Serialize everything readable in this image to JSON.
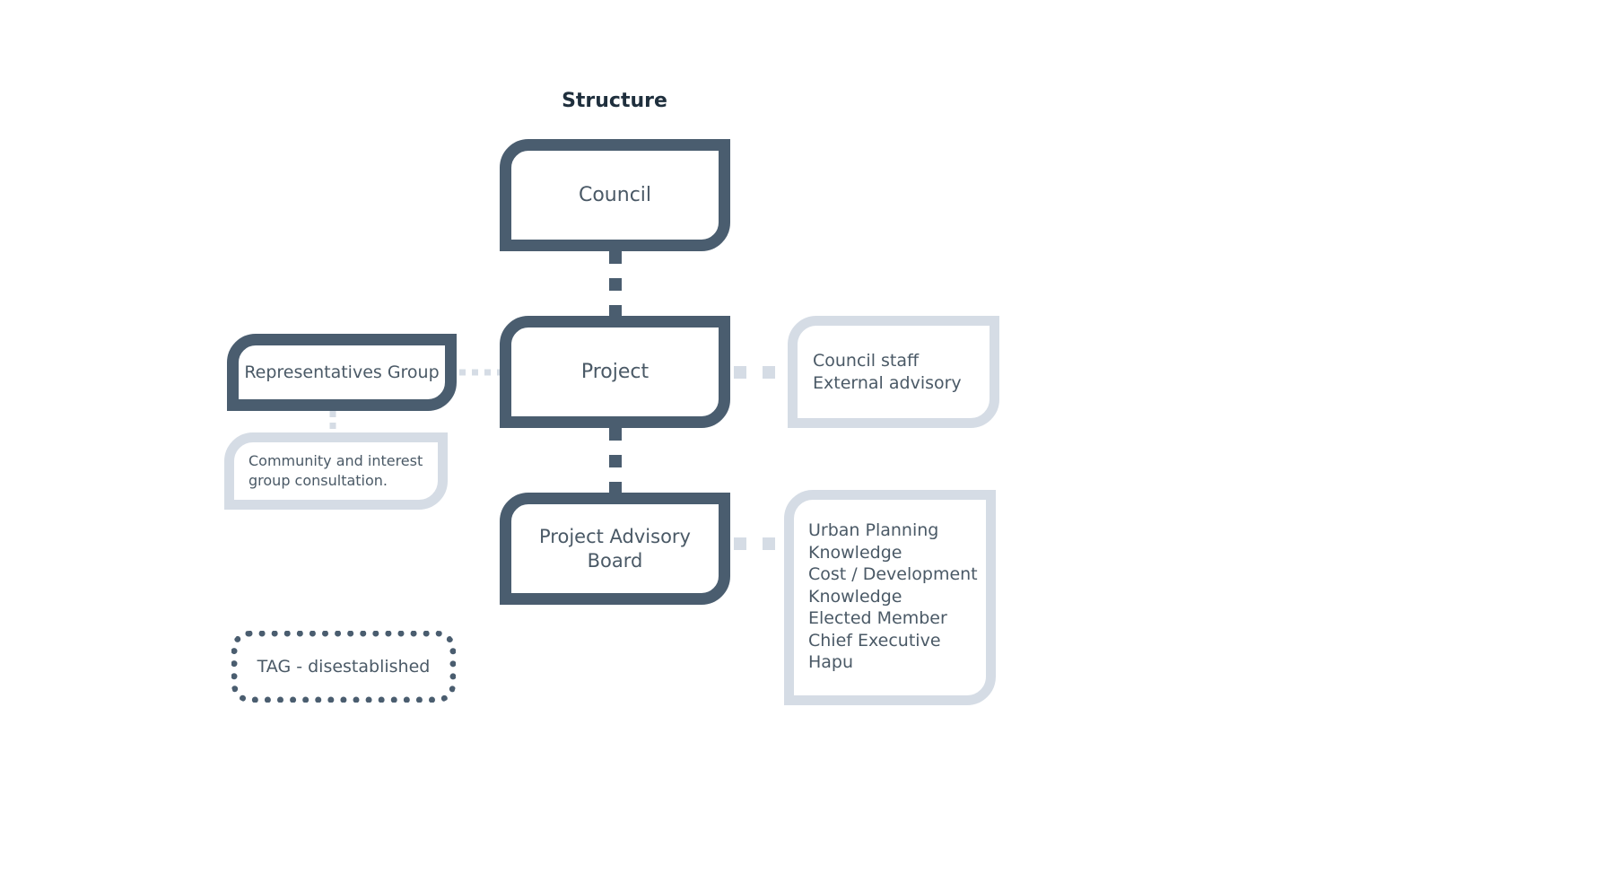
{
  "diagram": {
    "title": "Structure",
    "nodes": {
      "council": "Council",
      "project": "Project",
      "project_advisory_board": "Project Advisory\nBoard",
      "representatives_group": "Representatives Group",
      "community": "Community and interest\ngroup consultation.",
      "staff": "Council staff\nExternal advisory",
      "experts": "Urban Planning\nKnowledge\nCost / Development\nKnowledge\nElected Member\nChief Executive\nHapu",
      "tag": "TAG - disestablished"
    },
    "colors": {
      "dark_border": "#4a5d6f",
      "light_border": "#d5dce5",
      "text": "#4a5966",
      "title": "#1f2f3d"
    }
  }
}
